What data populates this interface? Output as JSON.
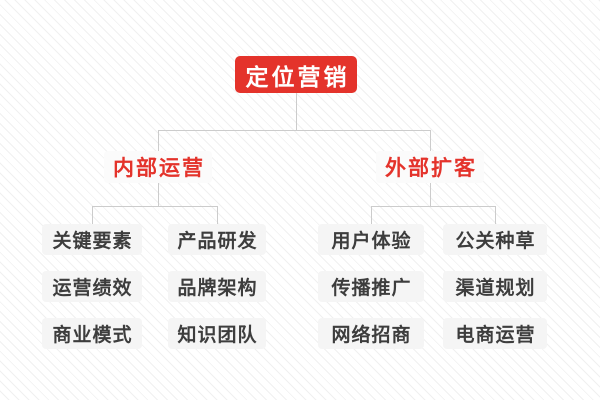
{
  "colors": {
    "accent_red": "#e4332b",
    "connector_line": "#cccccc",
    "leaf_background": "#f5f5f5",
    "leaf_text": "#3d3d3d",
    "background_stripe": "#f0f0f0"
  },
  "tree": {
    "root": {
      "label": "定位营销"
    },
    "branches": [
      {
        "label": "内部运营",
        "children": [
          "关键要素",
          "产品研发",
          "运营绩效",
          "品牌架构",
          "商业模式",
          "知识团队"
        ]
      },
      {
        "label": "外部扩客",
        "children": [
          "用户体验",
          "公关种草",
          "传播推广",
          "渠道规划",
          "网络招商",
          "电商运营"
        ]
      }
    ]
  }
}
